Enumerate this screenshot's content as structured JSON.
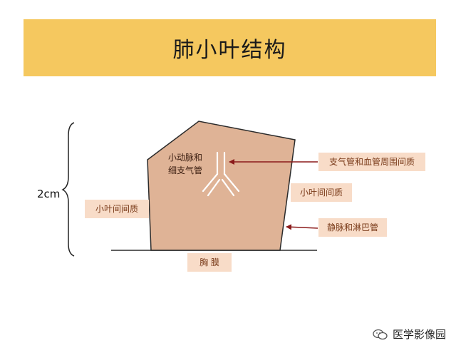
{
  "title": "肺小叶结构",
  "scale_label": "2cm",
  "labels": {
    "left_interlobular": "小叶间间质",
    "arteriole_line1": "小动脉和",
    "arteriole_line2": "细支气管",
    "peribronchovascular": "支气管和血管周围间质",
    "right_interlobular": "小叶间间质",
    "veins_lymph": "静脉和淋巴管",
    "pleura": "胸 膜"
  },
  "watermark": "医学影像园",
  "colors": {
    "banner": "#f5c85f",
    "lobule_fill": "#dfb396",
    "label_box": "#f8dcc8",
    "arrow": "#8b1a1a"
  }
}
